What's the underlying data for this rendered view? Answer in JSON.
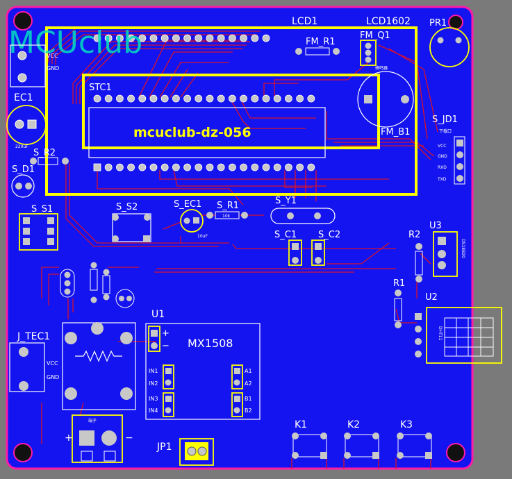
{
  "board": {
    "logo_text": "MCUclub",
    "project_text": "mcuclub-dz-056",
    "colors": {
      "board": "#1414f0",
      "outline": "#ff1aa8",
      "background": "#7a7a7a",
      "silk": "#ffffff",
      "highlight": "#ffff00",
      "trace_top": "#d8102a",
      "pad": "#c8c8c8",
      "logo": "#00e0c0"
    }
  },
  "components": {
    "lcd1": "LCD1",
    "lcd1602": "LCD1602",
    "pr1": "PR1",
    "fm_r1": "FM_R1",
    "fm_q1": "FM_Q1",
    "fm_b1": "FM_B1",
    "stc1": "STC1",
    "s_jd1": "S_JD1",
    "ec1": "EC1",
    "ec1_value": "220uF",
    "s_r2": "S_R2",
    "s_d1": "S_D1",
    "s_s1": "S_S1",
    "s_s2": "S_S2",
    "s_ec1": "S_EC1",
    "s_ec1_value": "10uF",
    "s_r1": "S_R1",
    "s_y1": "S_Y1",
    "s_c1": "S_C1",
    "s_c2": "S_C2",
    "r2": "R2",
    "u3": "U3",
    "r1": "R1",
    "u2": "U2",
    "u1": "U1",
    "mx1508": "MX1508",
    "j_tec1": "J_TEC1",
    "jp1": "JP1",
    "k1": "K1",
    "k2": "K2",
    "k3": "K3",
    "in1": "IN1",
    "in2": "IN2",
    "in3": "IN3",
    "in4": "IN4",
    "a1": "A1",
    "a2": "A2",
    "b1": "B1",
    "b2": "B2",
    "plus": "+",
    "minus": "−",
    "vcc": "VCC",
    "gnd": "GND",
    "rxd": "RXD",
    "txd": "TXD",
    "res_value": "10k",
    "u3_part": "DS18B20",
    "u2_part": "DHT11",
    "jd1_desc": "下载口",
    "fm_b1_desc": "蜂鸣器",
    "terminal_desc": "端子"
  }
}
